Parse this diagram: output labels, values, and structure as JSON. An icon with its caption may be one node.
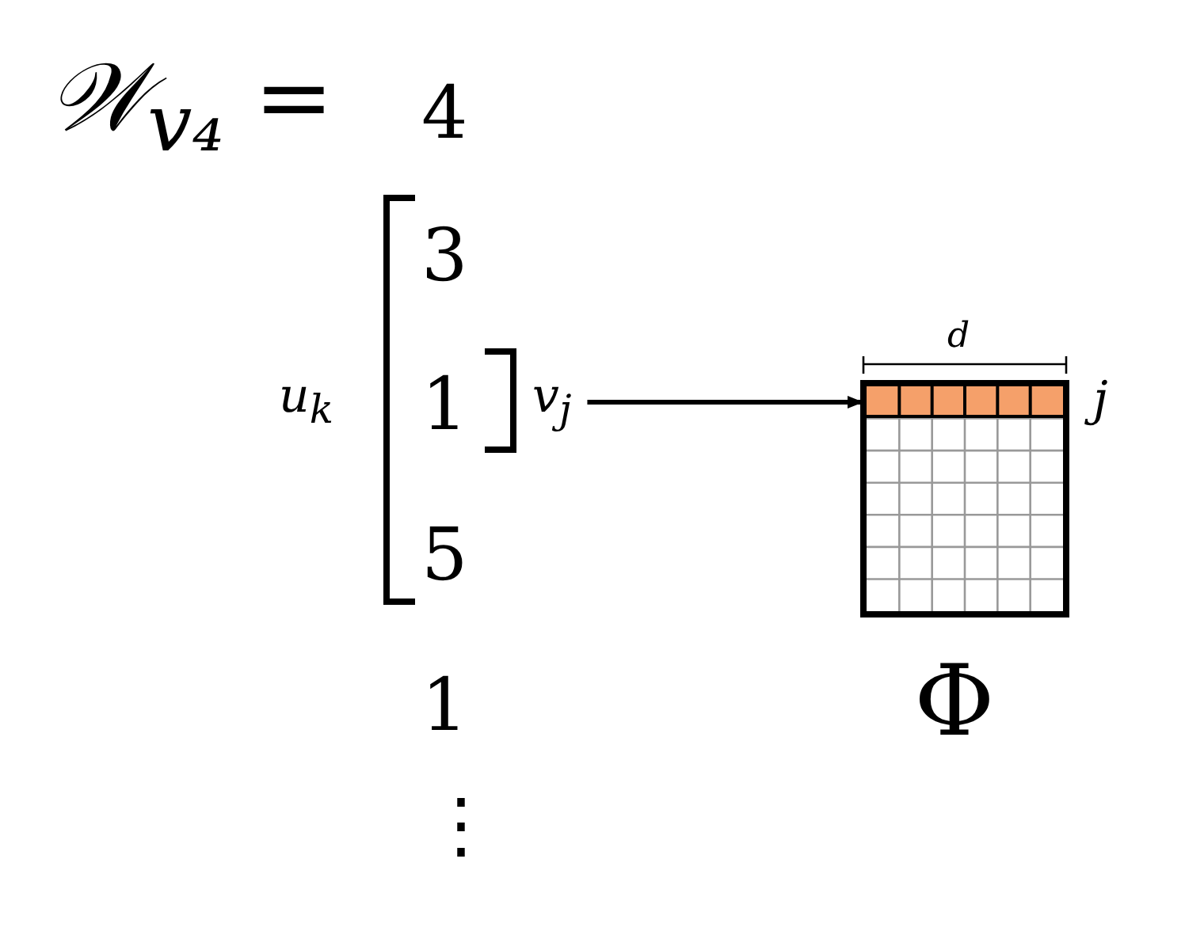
{
  "diagram": {
    "nodes": [
      {
        "text": [
          "v$_{j}$"
        ]
      },
      {
        "text": [
          "Φ"
        ]
      },
      {
        "text": [],
        "shape": "bar",
        "in": 1,
        "beside": [
          "j"
        ]
      }
    ],
    "edges": [
      {
        "from": 0,
        "to": 2,
        "arrow": "to"
      }
    ],
    "labels": [
      "𝒲$_{v₄}$ =",
      "4",
      "3",
      "u$_{k}$",
      "1",
      "5",
      "1",
      "⋮",
      "d"
    ]
  }
}
